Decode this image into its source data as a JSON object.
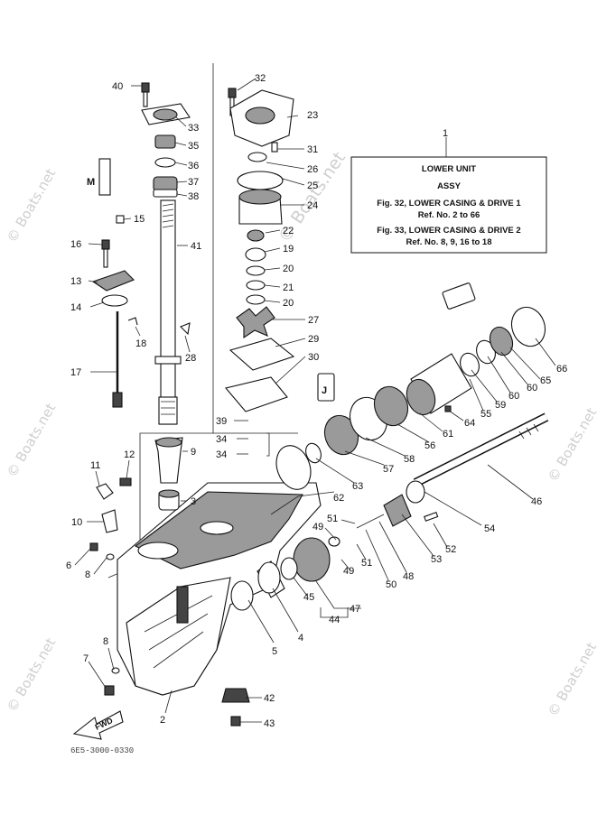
{
  "ref_box": {
    "number": "1",
    "title_line1": "LOWER UNIT",
    "title_line2": "ASSY",
    "fig1": "Fig. 32, LOWER CASING & DRIVE 1",
    "fig1_ref": "Ref. No. 2 to 66",
    "fig2": "Fig. 33, LOWER CASING & DRIVE 2",
    "fig2_ref": "Ref. No. 8, 9, 16 to 18"
  },
  "watermarks": {
    "center": "© Boats.net",
    "left_top": "© Boats.net",
    "left_mid": "© Boats.net",
    "left_low": "© Boats.net",
    "right_mid": "© Boats.net",
    "right_low": "© Boats.net"
  },
  "fwd_label": "FWD",
  "figure_code": "6E5-3000-0330",
  "callouts": {
    "c40": "40",
    "c32": "32",
    "c33": "33",
    "c23": "23",
    "c35": "35",
    "c31": "31",
    "c36": "36",
    "c26": "26",
    "c37": "37",
    "c25": "25",
    "c38": "38",
    "c24": "24",
    "c15": "15",
    "c22": "22",
    "c16": "16",
    "c41": "41",
    "c19": "19",
    "c20a": "20",
    "c13": "13",
    "c21": "21",
    "c20b": "20",
    "c14": "14",
    "c27": "27",
    "c18": "18",
    "c29": "29",
    "c28": "28",
    "c17": "17",
    "c30": "30",
    "c39": "39",
    "c34a": "34",
    "c34b": "34",
    "c9": "9",
    "c12": "12",
    "c11": "11",
    "c3": "3",
    "c10": "10",
    "c6": "6",
    "c8a": "8",
    "c8b": "8",
    "c7": "7",
    "c2": "2",
    "c5": "5",
    "c4": "4",
    "c45": "45",
    "c44": "44",
    "c47": "47",
    "c49a": "49",
    "c49b": "49",
    "c51a": "51",
    "c51b": "51",
    "c50": "50",
    "c48": "48",
    "c53": "53",
    "c52": "52",
    "c54": "54",
    "c46": "46",
    "c42": "42",
    "c43": "43",
    "c62": "62",
    "c63": "63",
    "c57": "57",
    "c58": "58",
    "c56": "56",
    "c61": "61",
    "c64": "64",
    "c55": "55",
    "c59": "59",
    "c60a": "60",
    "c60b": "60",
    "c65": "65",
    "c66": "66",
    "c1": "1"
  }
}
